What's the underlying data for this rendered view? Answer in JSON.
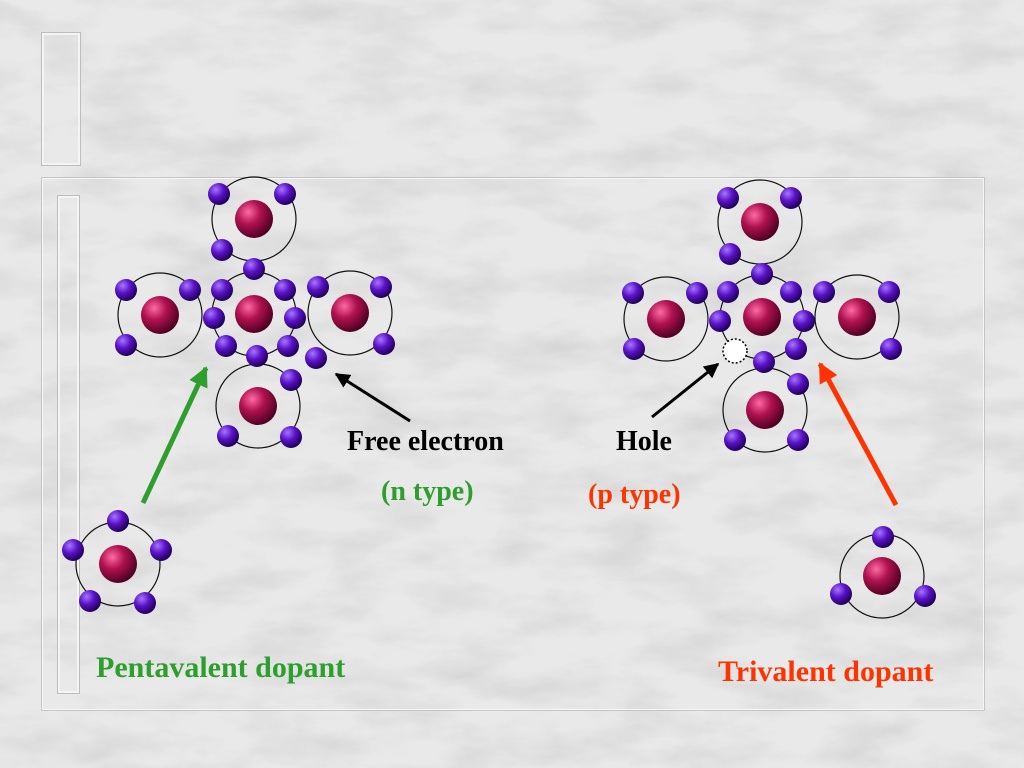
{
  "labels": {
    "free_electron": "Free electron",
    "n_type": "(n type)",
    "hole": "Hole",
    "p_type": "(p type)",
    "pentavalent": "Pentavalent dopant",
    "trivalent": "Trivalent dopant"
  },
  "colors": {
    "nucleus": "#a0104a",
    "electron": "#5a12c8",
    "green": "#2e9e2e",
    "red": "#ff3300",
    "black": "#000000",
    "orbit": "#111111"
  }
}
